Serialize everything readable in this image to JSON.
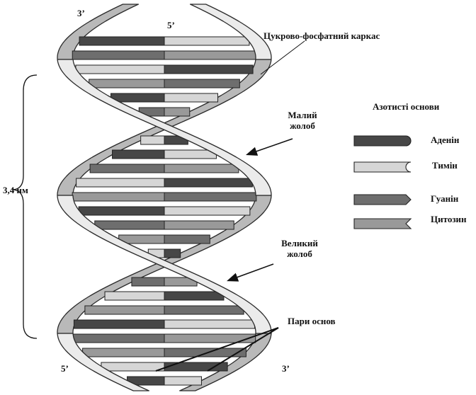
{
  "diagram": {
    "strand_ends": {
      "top_left": "3’",
      "top_right": "5’",
      "bottom_left": "5’",
      "bottom_right": "3’"
    },
    "labels": {
      "backbone": "Цукрово-фосфатний каркас",
      "minor_groove_line1": "Малий",
      "minor_groove_line2": "жолоб",
      "major_groove_line1": "Великий",
      "major_groove_line2": "жолоб",
      "base_pairs": "Пари основ",
      "pitch": "3,4 нм"
    },
    "legend": {
      "title": "Азотисті основи",
      "items": [
        {
          "name": "Аденін",
          "shape": "round-end",
          "color": "#474747"
        },
        {
          "name": "Тимін",
          "shape": "notch-round",
          "color": "#d6d6d6"
        },
        {
          "name": "Гуанін",
          "shape": "arrow-end",
          "color": "#6e6e6e"
        },
        {
          "name": "Цитозин",
          "shape": "notch-v",
          "color": "#999999"
        }
      ]
    }
  }
}
